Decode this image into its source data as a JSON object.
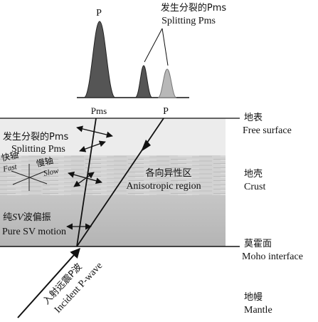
{
  "waveforms": {
    "p_label": "P",
    "splitting_zh": "发生分裂的Pms",
    "splitting_en": "Splitting Pms"
  },
  "surface_labels": {
    "pms": "Pms",
    "p": "P"
  },
  "layers": {
    "free_surface_zh": "地表",
    "free_surface_en": "Free surface",
    "crust_zh": "地壳",
    "crust_en": "Crust",
    "moho_zh": "莫霍面",
    "moho_en": "Moho interface",
    "mantle_zh": "地幔",
    "mantle_en": "Mantle"
  },
  "annotations": {
    "splitting_zh": "发生分裂的Pms",
    "splitting_en": "Splitting Pms",
    "fast_zh": "快轴",
    "fast_en": "Fast",
    "slow_zh": "慢轴",
    "slow_en": "Slow",
    "aniso_zh": "各向异性区",
    "aniso_en": "Anisotropic region",
    "pure_sv_zh_a": "纯",
    "pure_sv_zh_b": "SV",
    "pure_sv_zh_c": "波偏振",
    "pure_sv_en": "Pure SV motion",
    "incident_zh": "入射远震P波",
    "incident_en": "Incident P-wave"
  },
  "colors": {
    "p_pulse": "#555555",
    "pms_fast_pulse": "#555555",
    "pms_slow_pulse": "#b8b8b8",
    "surface_layer": "#ececec",
    "anisotropic_layer": "#cfcfcf",
    "lower_crust": "#bcbcbc",
    "mantle": "#ffffff"
  }
}
